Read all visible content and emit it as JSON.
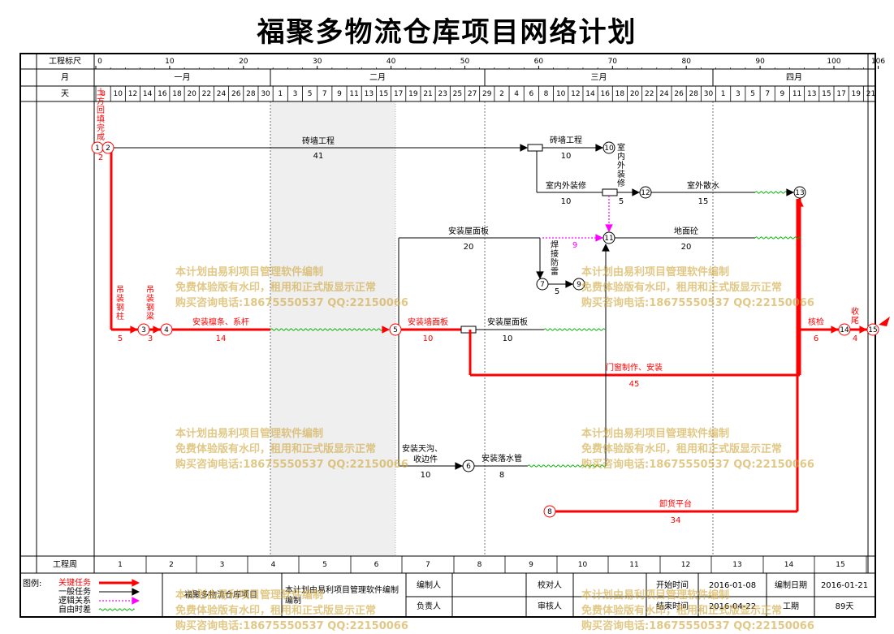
{
  "title": "福聚多物流仓库项目网络计划",
  "row_labels": {
    "scale": "工程标尺",
    "month": "月",
    "day": "天",
    "week": "工程周"
  },
  "scale_ticks": [
    "0",
    "10",
    "20",
    "30",
    "40",
    "50",
    "60",
    "70",
    "80",
    "90",
    "100",
    "106"
  ],
  "months": [
    "一月",
    "二月",
    "三月",
    "四月"
  ],
  "days": [
    "8",
    "10",
    "12",
    "14",
    "16",
    "18",
    "20",
    "22",
    "24",
    "26",
    "28",
    "30",
    "1",
    "3",
    "5",
    "7",
    "9",
    "11",
    "13",
    "15",
    "17",
    "19",
    "21",
    "23",
    "25",
    "27",
    "29",
    "2",
    "4",
    "6",
    "8",
    "10",
    "12",
    "14",
    "16",
    "18",
    "20",
    "22",
    "24",
    "26",
    "28",
    "30",
    "1",
    "3",
    "5",
    "7",
    "9",
    "11",
    "13",
    "15",
    "17",
    "19",
    "21"
  ],
  "weeks": [
    "1",
    "2",
    "3",
    "4",
    "5",
    "6",
    "7",
    "8",
    "9",
    "10",
    "11",
    "12",
    "13",
    "14",
    "15"
  ],
  "nodes": [
    {
      "id": "1",
      "crit": true
    },
    {
      "id": "2",
      "crit": true
    },
    {
      "id": "3",
      "crit": true
    },
    {
      "id": "4",
      "crit": true
    },
    {
      "id": "5",
      "crit": true
    },
    {
      "id": "6",
      "crit": false
    },
    {
      "id": "7",
      "crit": false
    },
    {
      "id": "8",
      "crit": true
    },
    {
      "id": "9",
      "crit": false
    },
    {
      "id": "10",
      "crit": false
    },
    {
      "id": "11",
      "crit": false
    },
    {
      "id": "12",
      "crit": false
    },
    {
      "id": "13",
      "crit": false
    },
    {
      "id": "14",
      "crit": true
    },
    {
      "id": "15",
      "crit": true
    }
  ],
  "tasks": [
    {
      "name": "土方回填完成",
      "dur": "2",
      "crit": true
    },
    {
      "name": "砖墙工程",
      "dur": "41",
      "crit": false
    },
    {
      "name": "吊装钢柱",
      "dur": "5",
      "crit": true
    },
    {
      "name": "吊装钢梁",
      "dur": "3",
      "crit": true
    },
    {
      "name": "安装檩条、系杆",
      "dur": "14",
      "crit": true
    },
    {
      "name": "安装墙面板",
      "dur": "10",
      "crit": true
    },
    {
      "name": "安装屋面板",
      "dur": "20",
      "crit": false
    },
    {
      "name": "安装屋面板",
      "dur": "10",
      "crit": false
    },
    {
      "name": "门窗制作、安装",
      "dur": "45",
      "crit": true
    },
    {
      "name": "安装天沟、收边件",
      "dur": "10",
      "crit": false
    },
    {
      "name": "安装落水管",
      "dur": "8",
      "crit": false
    },
    {
      "name": "卸货平台",
      "dur": "34",
      "crit": true
    },
    {
      "name": "砖墙工程",
      "dur": "10",
      "crit": false
    },
    {
      "name": "室内外装修",
      "dur": "10",
      "crit": false
    },
    {
      "name": "室内外装修",
      "dur": "5",
      "crit": false
    },
    {
      "name": "室外散水",
      "dur": "15",
      "crit": false
    },
    {
      "name": "地面砼",
      "dur": "20",
      "crit": false
    },
    {
      "name": "焊接防雷",
      "dur": "5",
      "crit": false
    },
    {
      "name": "核检",
      "dur": "6",
      "crit": true
    },
    {
      "name": "收尾",
      "dur": "4",
      "crit": true
    }
  ],
  "logic_label": "9",
  "watermark": [
    "本计划由易利项目管理软件编制",
    "免费体验版有水印，租用和正式版显示正常",
    "购买咨询电话:18675550537 QQ:22150066"
  ],
  "legend": {
    "title": "图例:",
    "items": [
      {
        "label": "关键任务",
        "color": "#ff0000"
      },
      {
        "label": "一般任务",
        "color": "#000000"
      },
      {
        "label": "逻辑关系",
        "color": "#ff00ff"
      },
      {
        "label": "自由时差",
        "color": "#00b000"
      }
    ]
  },
  "footer": {
    "project_name": "福聚多物流仓库项目",
    "software": "本计划由易利项目管理软件编制",
    "editor_label": "编制人",
    "owner_label": "负责人",
    "checker_label": "校对人",
    "reviewer_label": "审核人",
    "start_label": "开始时间",
    "start_value": "2016-01-08",
    "finish_label": "结束时间",
    "finish_value": "2016-04-22",
    "compile_date_label": "编制日期",
    "compile_date_value": "2016-01-21",
    "duration_label": "工期",
    "duration_value": "89天"
  }
}
